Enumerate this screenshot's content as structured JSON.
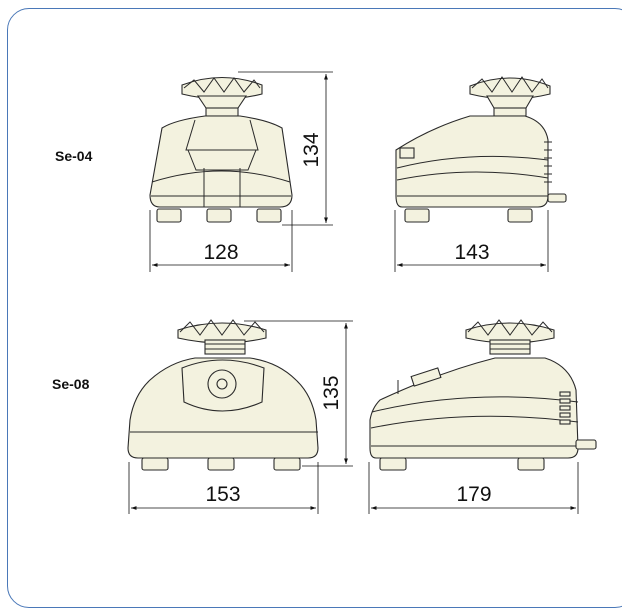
{
  "models": [
    {
      "name": "Se-04",
      "front_width": "128",
      "height": "134",
      "side_width": "143"
    },
    {
      "name": "Se-08",
      "front_width": "153",
      "height": "135",
      "side_width": "179"
    }
  ],
  "colors": {
    "frame": "#4a78b8",
    "body_fill": "#f3f2df",
    "outline": "#2a2a2a"
  }
}
